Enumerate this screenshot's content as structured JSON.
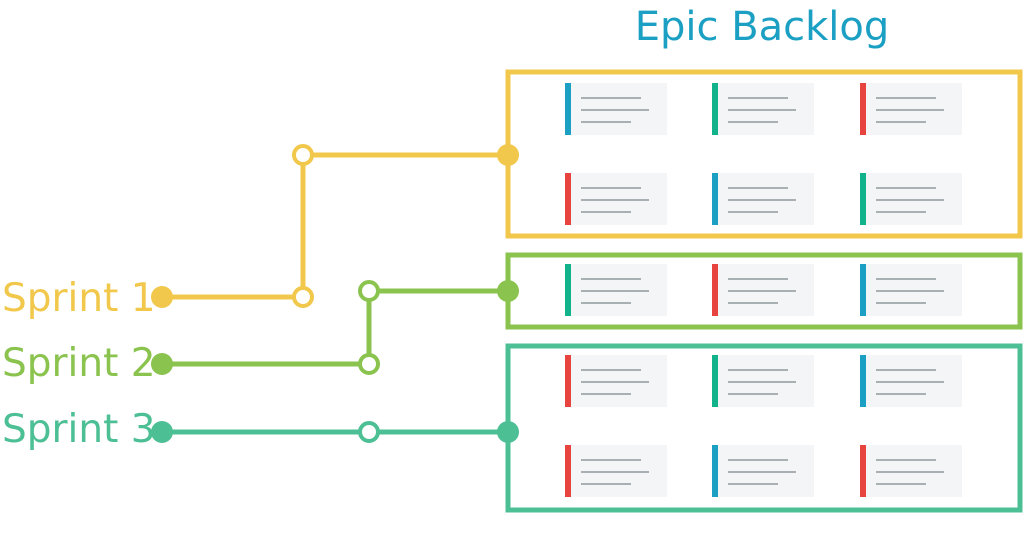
{
  "title": "Epic Backlog",
  "colors": {
    "title": "#1ba0c4",
    "sprint1": "#f1c84b",
    "sprint2": "#8bc34f",
    "sprint3": "#4dbf94",
    "card_bg": "#f3f5f6",
    "card_lines": "#a9b0b3",
    "card_red": "#e8443f",
    "card_blue": "#1ba0c4",
    "card_green": "#12b38b"
  },
  "sprints": [
    {
      "label": "Sprint 1",
      "color_key": "sprint1"
    },
    {
      "label": "Sprint 2",
      "color_key": "sprint2"
    },
    {
      "label": "Sprint 3",
      "color_key": "sprint3"
    }
  ],
  "backlog_groups": [
    {
      "sprint": "Sprint 1",
      "rows": [
        [
          "blue",
          "green",
          "red"
        ],
        [
          "red",
          "blue",
          "green"
        ]
      ]
    },
    {
      "sprint": "Sprint 2",
      "rows": [
        [
          "green",
          "red",
          "blue"
        ]
      ]
    },
    {
      "sprint": "Sprint 3",
      "rows": [
        [
          "red",
          "green",
          "blue"
        ],
        [
          "red",
          "blue",
          "red"
        ]
      ]
    }
  ]
}
